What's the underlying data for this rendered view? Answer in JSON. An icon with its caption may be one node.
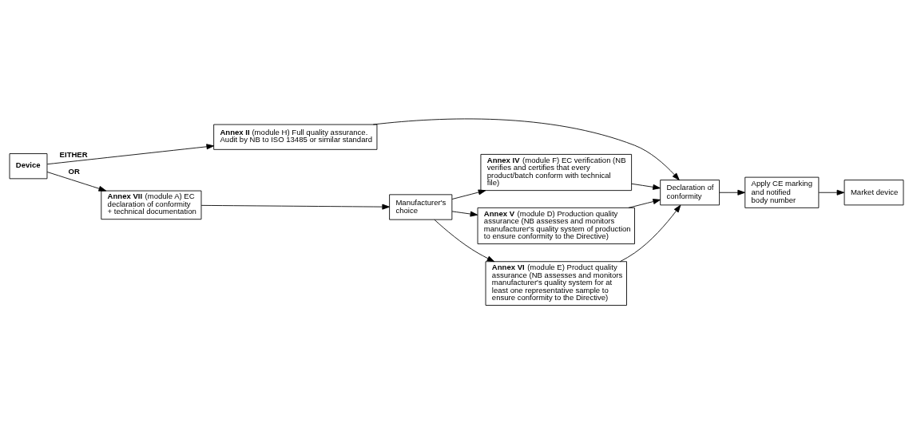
{
  "diagram": {
    "nodes": [
      {
        "text": [
          "Device"
        ]
      },
      {
        "text": [
          "**Annex II** (module H) Full quality assurance. Audit by NB to ISO 13485 or similar standard"
        ]
      },
      {
        "text": [
          "**Annex VII** (module A) EC declaration of conformity + technical documentation"
        ]
      },
      {
        "text": [
          "**Annex IV** (module F) EC verification (NB verifies and certifies that every product/batch conform with technical file)"
        ]
      },
      {
        "text": [
          "Declaration of conformity"
        ]
      },
      {
        "text": [
          "Manufacturer's choice"
        ]
      },
      {
        "text": [
          "**Annex V** (module D) Production quality assurance (NB assesses and monitors manufacturer's quality system of production to ensure conformity to the Directive)"
        ]
      },
      {
        "text": [
          "**Annex VI** (module E) Product quality assurance (NB assesses and monitors manufacturer's quality system for at least one representative sample to ensure conformity to the Directive)"
        ]
      },
      {
        "text": [
          "Apply CE marking and notified body number"
        ]
      },
      {
        "text": [
          "Market device"
        ]
      }
    ],
    "edges": [
      {
        "from": 0,
        "to": 1,
        "arrow": "to",
        "label": "EITHER"
      },
      {
        "from": 0,
        "to": 2,
        "arrow": "to",
        "label": "OR"
      },
      {
        "from": 1,
        "to": 4,
        "arrow": "to"
      },
      {
        "from": 2,
        "to": 5,
        "arrow": "to"
      },
      {
        "from": 5,
        "to": 3,
        "arrow": "to"
      },
      {
        "from": 5,
        "to": 6,
        "arrow": "to"
      },
      {
        "from": 5,
        "to": 7,
        "arrow": "to"
      },
      {
        "from": 3,
        "to": 4,
        "arrow": "to"
      },
      {
        "from": 6,
        "to": 4,
        "arrow": "to"
      },
      {
        "from": 7,
        "to": 4,
        "arrow": "to"
      },
      {
        "from": 4,
        "to": 8,
        "arrow": "to"
      },
      {
        "from": 8,
        "to": 9,
        "arrow": "to"
      }
    ]
  }
}
